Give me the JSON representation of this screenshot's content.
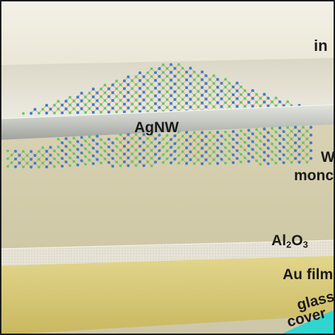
{
  "figure": {
    "labels": {
      "top_right": "in",
      "nanowire": "AgNW",
      "monolayer_line1": "W",
      "monolayer_line2": "monc",
      "oxide_main": "Al",
      "oxide_sub1": "2",
      "oxide_mid": "O",
      "oxide_sub2": "3",
      "gold": "Au film",
      "glass_line1": "glass",
      "glass_line2": "cover"
    },
    "colors": {
      "frame": "#1a1a1a",
      "background_top": "#efece0",
      "background_bottom": "#cfc9ac",
      "spacer_layer": "#d6cfae",
      "oxide_layer": "#e9e6dc",
      "gold_layer": "#d9cb7a",
      "glass_layer": "#2fd6d0",
      "nanowire": "#cfd0ca",
      "lattice_bond": "#d9a063",
      "lattice_atom_w": "#3a7fd4",
      "lattice_atom_s": "#5ec86a"
    }
  }
}
